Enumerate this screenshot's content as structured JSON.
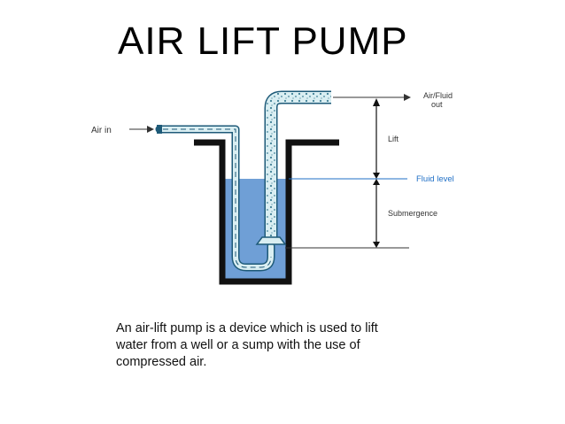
{
  "title": "AIR LIFT PUMP",
  "diagram": {
    "labels": {
      "air_in": "Air in",
      "air_fluid_out_line1": "Air/Fluid",
      "air_fluid_out_line2": "out",
      "lift": "Lift",
      "fluid_level": "Fluid level",
      "submergence": "Submergence"
    },
    "colors": {
      "water": "#6f9fd6",
      "water_dark": "#4f82c4",
      "pipe_fill": "#d9eef2",
      "pipe_stroke": "#1e5a78",
      "bubble": "#3f7f95",
      "wall": "#111111",
      "fluid_level_text": "#1f6fc6",
      "label_text": "#333333"
    }
  },
  "description": {
    "line1": "An air-lift pump is a device which is used to lift",
    "line2": "water from a well or a sump with the use of",
    "line3": "compressed air."
  }
}
